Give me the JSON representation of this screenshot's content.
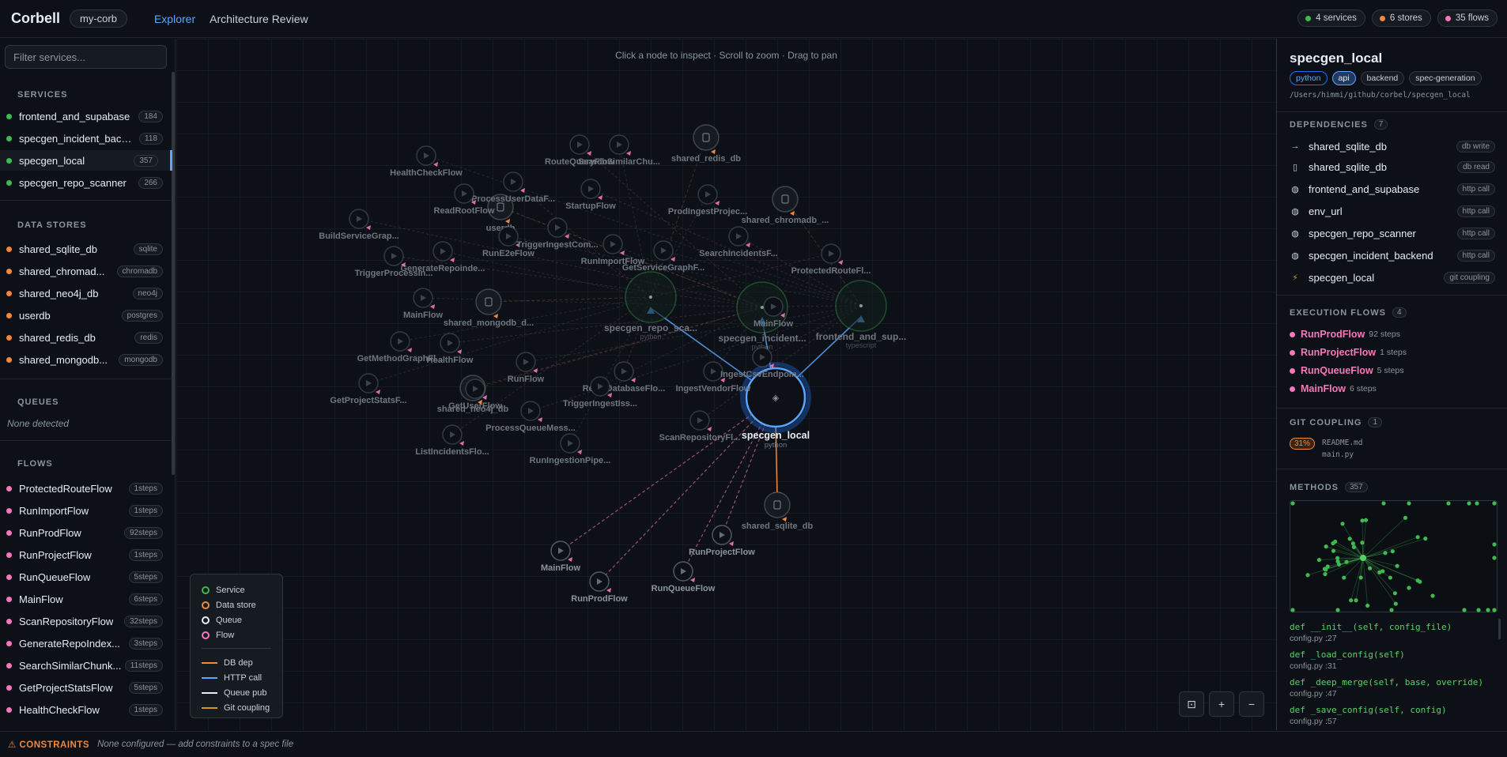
{
  "app": {
    "name": "Corbell",
    "project": "my-corb"
  },
  "nav": {
    "explorer": "Explorer",
    "review": "Architecture Review"
  },
  "stats": {
    "services": "4 services",
    "stores": "6 stores",
    "flows": "35 flows",
    "service_color": "#3fb950",
    "store_color": "#f0883e",
    "flow_color": "#f778ba"
  },
  "sidebar": {
    "filter_placeholder": "Filter services...",
    "services_header": "SERVICES",
    "services": [
      {
        "name": "frontend_and_supabase",
        "count": "184"
      },
      {
        "name": "specgen_incident_backend",
        "display": "specgen_incident_back...",
        "count": "118"
      },
      {
        "name": "specgen_local",
        "count": "357",
        "selected": true
      },
      {
        "name": "specgen_repo_scanner",
        "count": "266"
      }
    ],
    "stores_header": "DATA STORES",
    "stores": [
      {
        "name": "shared_sqlite_db",
        "type": "sqlite"
      },
      {
        "name": "shared_chromad...",
        "type": "chromadb"
      },
      {
        "name": "shared_neo4j_db",
        "type": "neo4j"
      },
      {
        "name": "userdb",
        "type": "postgres"
      },
      {
        "name": "shared_redis_db",
        "type": "redis"
      },
      {
        "name": "shared_mongodb...",
        "type": "mongodb"
      }
    ],
    "queues_header": "QUEUES",
    "queues_empty": "None detected",
    "flows_header": "FLOWS",
    "flows": [
      {
        "name": "ProtectedRouteFlow",
        "steps": "1steps"
      },
      {
        "name": "RunImportFlow",
        "steps": "1steps"
      },
      {
        "name": "RunProdFlow",
        "steps": "92steps"
      },
      {
        "name": "RunProjectFlow",
        "steps": "1steps"
      },
      {
        "name": "RunQueueFlow",
        "steps": "5steps"
      },
      {
        "name": "MainFlow",
        "steps": "6steps"
      },
      {
        "name": "ScanRepositoryFlow",
        "steps": "32steps"
      },
      {
        "name": "GenerateRepoIndex...",
        "steps": "3steps"
      },
      {
        "name": "SearchSimilarChunk...",
        "steps": "11steps"
      },
      {
        "name": "GetProjectStatsFlow",
        "steps": "5steps"
      },
      {
        "name": "HealthCheckFlow",
        "steps": "1steps"
      }
    ]
  },
  "canvas": {
    "hint": "Click a node to inspect · Scroll to zoom · Drag to pan",
    "focus": {
      "name": "specgen_local",
      "lang": "python"
    },
    "services": [
      {
        "name": "specgen_repo_sca...",
        "lang": "python"
      },
      {
        "name": "specgen_incident...",
        "lang": "python"
      },
      {
        "name": "frontend_and_sup...",
        "lang": "typescript"
      }
    ],
    "stores": [
      "shared_redis_db",
      "userdb",
      "shared_chromadb_...",
      "shared_mongodb_d...",
      "shared_neo4j_db",
      "shared_sqlite_db"
    ],
    "flows": [
      "SearchSimilarChu...",
      "RouteQueryFlow",
      "HealthCheckFlow",
      "ProcessUserDataF...",
      "ReadRootFlow",
      "StartupFlow",
      "ProdIngestProjec...",
      "BuildServiceGrap...",
      "RunE2eFlow",
      "TriggerIngestCom...",
      "RunImportFlow",
      "SearchIncidentsF...",
      "GenerateRepoinde...",
      "TriggerProcessin...",
      "GetServiceGraphF...",
      "ProtectedRouteFl...",
      "MainFlow",
      "MainFlow",
      "GetMethodGraphFl...",
      "HealthFlow",
      "RunFlow",
      "ResetDatabaseFlo...",
      "IngestVendorFlow",
      "IngestCsvEndpoin...",
      "GetProjectStatsF...",
      "GetUserFlow",
      "ProcessQueueMess...",
      "ListIncidentsFlo...",
      "TriggerIngestIss...",
      "ScanRepositoryFl...",
      "RunIngestionPipe...",
      "MainFlow",
      "RunProdFlow",
      "RunQueueFlow",
      "RunProjectFlow"
    ],
    "legend": {
      "service": "Service",
      "store": "Data store",
      "queue": "Queue",
      "flow": "Flow",
      "db": "DB dep",
      "http": "HTTP call",
      "qpub": "Queue pub",
      "git": "Git coupling"
    },
    "zoom": {
      "fit": "⊡",
      "in": "+",
      "out": "−"
    }
  },
  "panel": {
    "title": "specgen_local",
    "tags": [
      "python",
      "api",
      "backend",
      "spec-generation"
    ],
    "path": "/Users/himmi/github/corbel/specgen_local",
    "deps_header": "DEPENDENCIES",
    "deps_count": "7",
    "deps": [
      {
        "icon": "→",
        "name": "shared_sqlite_db",
        "kind": "db write"
      },
      {
        "icon": "▯",
        "name": "shared_sqlite_db",
        "kind": "db read"
      },
      {
        "icon": "◍",
        "name": "frontend_and_supabase",
        "kind": "http call"
      },
      {
        "icon": "◍",
        "name": "env_url",
        "kind": "http call"
      },
      {
        "icon": "◍",
        "name": "specgen_repo_scanner",
        "kind": "http call"
      },
      {
        "icon": "◍",
        "name": "specgen_incident_backend",
        "kind": "http call"
      },
      {
        "icon": "⚡",
        "name": "specgen_local",
        "kind": "git coupling"
      }
    ],
    "flows_header": "EXECUTION FLOWS",
    "flows_count": "4",
    "flows": [
      {
        "name": "RunProdFlow",
        "steps": "92 steps"
      },
      {
        "name": "RunProjectFlow",
        "steps": "1 steps"
      },
      {
        "name": "RunQueueFlow",
        "steps": "5 steps"
      },
      {
        "name": "MainFlow",
        "steps": "6 steps"
      }
    ],
    "git_header": "GIT COUPLING",
    "git_count": "1",
    "git": {
      "pct": "31%",
      "file1": "README.md",
      "file2": "main.py"
    },
    "methods_header": "METHODS",
    "methods_count": "357",
    "methods": [
      {
        "def": "def __init__(self, config_file)",
        "file": "config.py :27"
      },
      {
        "def": "def _load_config(self)",
        "file": "config.py :31"
      },
      {
        "def": "def _deep_merge(self, base, override)",
        "file": "config.py :47"
      },
      {
        "def": "def _save_config(self, config)",
        "file": "config.py :57"
      }
    ]
  },
  "footer": {
    "label": "⚠ CONSTRAINTS",
    "text": "None configured — add constraints to a spec file"
  }
}
